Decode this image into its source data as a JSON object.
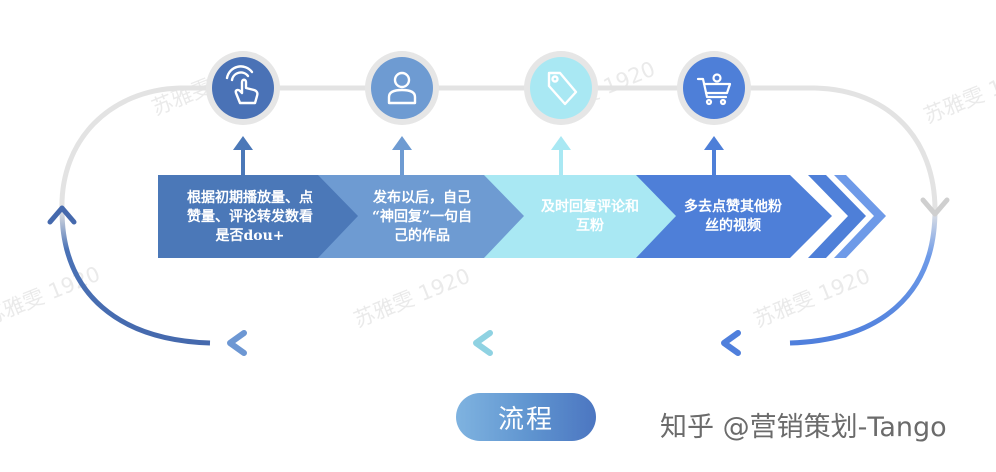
{
  "steps": [
    {
      "lines": [
        "根据初期播放量、点",
        "赞量、评论转发数看",
        "是否dou+"
      ],
      "icon": "touch-icon",
      "color": "#4b78b8"
    },
    {
      "lines": [
        "发布以后，自己",
        "“神回复”一句自",
        "己的作品"
      ],
      "icon": "user-icon",
      "color": "#6e9bd2"
    },
    {
      "lines": [
        "及时回复评论和",
        "互粉"
      ],
      "icon": "tag-icon",
      "color": "#a9e8f3"
    },
    {
      "lines": [
        "多去点赞其他粉",
        "丝的视频"
      ],
      "icon": "cart-icon",
      "color": "#4e7fd8"
    }
  ],
  "label": "流程",
  "credit": "知乎 @营销策划-Tango",
  "watermark": "苏雅雯 1920",
  "colors": {
    "dark_blue": "#4569ad",
    "mid_blue": "#6d9ad3",
    "light_cyan": "#a7e9f4",
    "bright_blue": "#4f7fdc",
    "loop_gray": "#e3e3e3"
  }
}
